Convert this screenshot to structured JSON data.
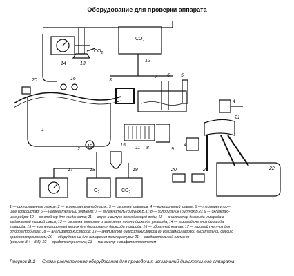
{
  "title": "Оборудование для проверки аппарата",
  "component_labels": {
    "artificial_lungs": "1",
    "auxiliary_pump": "2",
    "valve_system": "3",
    "control_valve": "4",
    "thermostat_device": "5",
    "heating_element": "6",
    "humidifier": "7",
    "cooler": "8",
    "cooling_fins": "9",
    "condensate_container": "10",
    "water_inlet_outlet": "11",
    "co2_analyzer": "12",
    "control_system": "13",
    "co2_meter": "14",
    "compensation_bag": "15",
    "exhaled_gas_meter": "16",
    "check_valve": "17",
    "o2_analyzer_inhaled": "18",
    "o2_analyzer_bag": "19",
    "graph_recorder": "20",
    "connecting_element": "21",
    "graph_recorder_main": "22",
    "pressure_gauge": "23"
  },
  "boxes": {
    "co2_top": "CO",
    "co2_sub": "2",
    "co2_small": "CO",
    "o2_box": "O",
    "o2_sub": "2",
    "co2_box": "CO",
    "co2_box_sub": "2"
  },
  "legend": [
    "1 — искусственные легкие; 2 — вспомогательный насос; 3 — система клапанов; 4 — контрольный клапан; 5 — терморегулиру-",
    "щее устройство; 6 — нагревательный элемент; 7 — увлажнитель (рисунок В.3); 8 — холодильник (рисунок В.2); 9 — охлаждаю-",
    "щие ребра; 10 — контейнер для конденсата; 11 — впуск и выпуск охлаждающей воды; 12 — анализатор диоксида углерода в",
    "выдыхаемой газовой смеси; 13 — система контроля и измерения подачи диоксида углерода; 14 — газовый счетчик диоксида",
    "углерода; 15 — компенсационный мешок для дозирования диоксида углерода; 16 — обратный клапан; 17 — газовый счетчик для",
    "отбора проб газа; 18 — анализатор кислорода; 19 — анализатор диоксида кислорода во вдыхаемой газовой дыхательной смеси с",
    "графопостроителем; 20 — оборудование для измерения температуры; 21 — соединительный элемент",
    "(рисунки В.4—В.5); 22 — графопостроитель; 23 — манометр с графопостроителем"
  ],
  "caption": "Рисунок В.1 — Схема расположения оборудования для проведения испытаний дыхательного аппарата"
}
